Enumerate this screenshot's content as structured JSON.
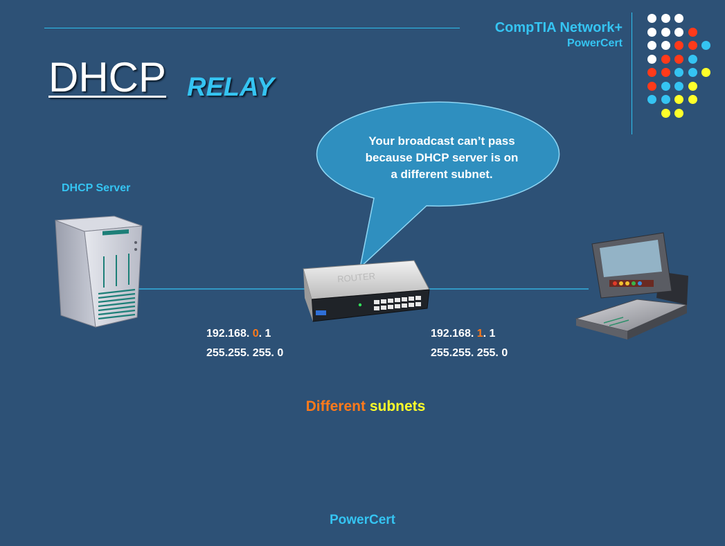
{
  "brand": {
    "line1": "CompTIA Network+",
    "line2": "PowerCert"
  },
  "title": {
    "main": "DHCP",
    "sub": "RELAY"
  },
  "server": {
    "label": "DHCP Server"
  },
  "router": {
    "label": "ROUTER"
  },
  "callout": {
    "lines": [
      "Your broadcast can’t pass",
      "because DHCP server is on",
      "a different subnet."
    ]
  },
  "left_interface": {
    "ip_prefix": "192.168. ",
    "ip_octet": "0",
    "ip_suffix": ". 1",
    "mask": "255.255. 255. 0"
  },
  "right_interface": {
    "ip_prefix": "192.168. ",
    "ip_octet": "1",
    "ip_suffix": ". 1",
    "mask": "255.255. 255. 0"
  },
  "note": {
    "word1": "Different",
    "word2": "subnets"
  },
  "footer": {
    "text": "PowerCert"
  },
  "colors": {
    "background": "#2d5176",
    "accent_cyan": "#35c4f2",
    "orange": "#ff7a1a",
    "yellow": "#ffff2a",
    "red": "#ff3a1a",
    "white": "#ffffff"
  },
  "decor_dots": [
    [
      "white",
      "white",
      "white"
    ],
    [
      "white",
      "white",
      "white",
      "red"
    ],
    [
      "white",
      "white",
      "red",
      "red",
      "cyan"
    ],
    [
      "white",
      "red",
      "red",
      "cyan"
    ],
    [
      "red",
      "red",
      "cyan",
      "cyan",
      "yellow"
    ],
    [
      "red",
      "cyan",
      "cyan",
      "yellow"
    ],
    [
      "cyan",
      "cyan",
      "yellow",
      "yellow"
    ],
    [
      "yellow",
      "yellow"
    ]
  ]
}
